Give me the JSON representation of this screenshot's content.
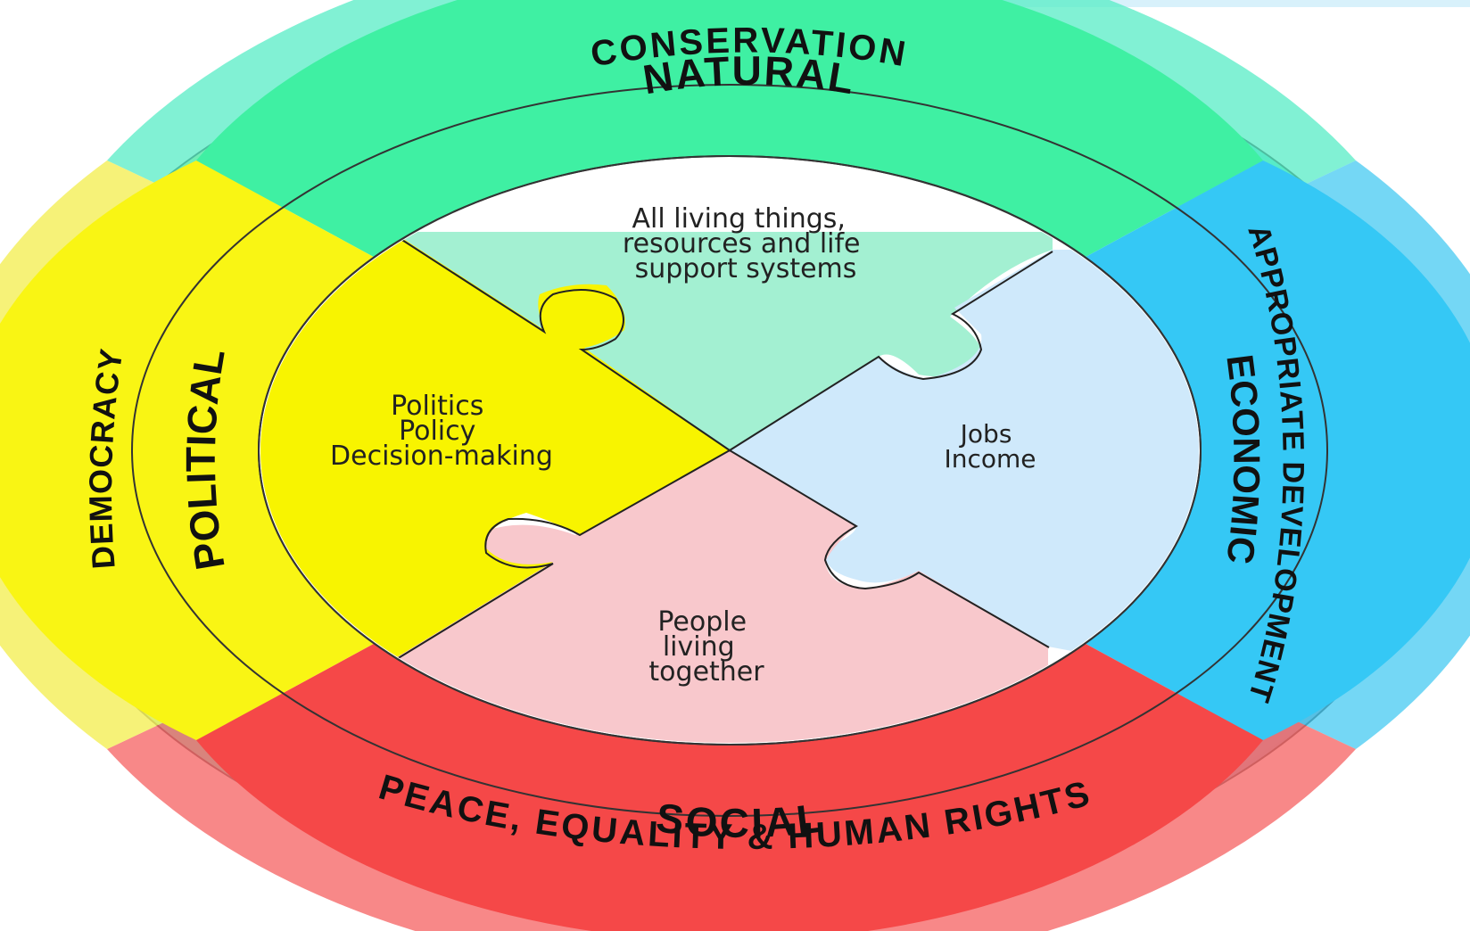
{
  "outer_ring": {
    "top": "CONSERVATION",
    "right": "APPROPRIATE DEVELOPMENT",
    "bottom": "PEACE, EQUALITY & HUMAN RIGHTS",
    "left": "DEMOCRACY"
  },
  "middle_ring": {
    "top": "NATURAL",
    "right": "ECONOMIC",
    "bottom": "SOCIAL",
    "left": "POLITICAL"
  },
  "pieces": {
    "natural": [
      "All living things,",
      "resources and life",
      "support systems"
    ],
    "economic": [
      "Jobs",
      "Income"
    ],
    "social": [
      "People",
      "living",
      "together"
    ],
    "political": [
      "Politics",
      "Policy",
      "Decision-making"
    ]
  },
  "colors": {
    "conservation": "#4fe8c0",
    "appropriate_development": "#3cc6f0",
    "peace_equality": "#f86868",
    "democracy": "#f7f25a",
    "natural_piece": "#a3f0d2",
    "economic_piece": "#cfe9fb",
    "social_piece": "#f8c8cc",
    "political_piece": "#f8f400"
  }
}
